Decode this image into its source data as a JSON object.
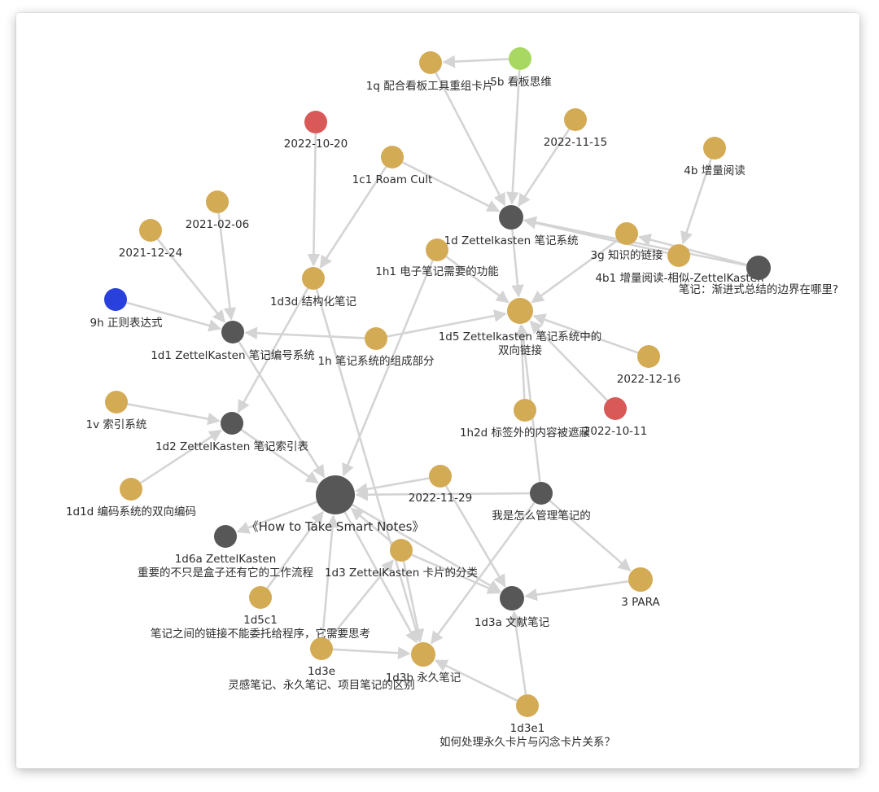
{
  "colors": {
    "note": "#d4ab55",
    "hub": "#575757",
    "date_red": "#d95858",
    "tag_green": "#a8d861",
    "regex_blue": "#2a40dc",
    "edge": "#d4d4d4",
    "label": "#2c2c2c"
  },
  "nodes": [
    {
      "id": "kanban",
      "lines": [
        "5b 看板思维"
      ],
      "kind": "tag_green"
    },
    {
      "id": "1q",
      "lines": [
        "1q 配合看板工具重组卡片"
      ],
      "kind": "note"
    },
    {
      "id": "d20221020",
      "lines": [
        "2022-10-20"
      ],
      "kind": "date_red"
    },
    {
      "id": "d20221115",
      "lines": [
        "2022-11-15"
      ],
      "kind": "note"
    },
    {
      "id": "4b",
      "lines": [
        "4b 增量阅读"
      ],
      "kind": "note"
    },
    {
      "id": "1c1",
      "lines": [
        "1c1 Roam Cult"
      ],
      "kind": "note"
    },
    {
      "id": "d20210206",
      "lines": [
        "2021-02-06"
      ],
      "kind": "note"
    },
    {
      "id": "1d",
      "lines": [
        "1d Zettelkasten 笔记系统"
      ],
      "kind": "hub"
    },
    {
      "id": "d20211224",
      "lines": [
        "2021-12-24"
      ],
      "kind": "note"
    },
    {
      "id": "3g",
      "lines": [
        "3g 知识的链接"
      ],
      "kind": "note"
    },
    {
      "id": "4b1",
      "lines": [
        "4b1 增量阅读-相似-ZettelKasten"
      ],
      "kind": "note"
    },
    {
      "id": "jianjin",
      "lines": [
        "笔记：渐进式总结的边界在哪里?"
      ],
      "kind": "hub"
    },
    {
      "id": "1h1",
      "lines": [
        "1h1 电子笔记需要的功能"
      ],
      "kind": "note"
    },
    {
      "id": "1d3d",
      "lines": [
        "1d3d 结构化笔记"
      ],
      "kind": "note"
    },
    {
      "id": "9h",
      "lines": [
        "9h 正则表达式"
      ],
      "kind": "regex_blue"
    },
    {
      "id": "1d5",
      "lines": [
        "1d5 Zettelkasten 笔记系统中的",
        "双向链接"
      ],
      "kind": "note"
    },
    {
      "id": "1d1",
      "lines": [
        "1d1 ZettelKasten 笔记编号系统"
      ],
      "kind": "hub"
    },
    {
      "id": "1h",
      "lines": [
        "1h 笔记系统的组成部分"
      ],
      "kind": "note"
    },
    {
      "id": "d20221216",
      "lines": [
        "2022-12-16"
      ],
      "kind": "note"
    },
    {
      "id": "1v",
      "lines": [
        "1v 索引系统"
      ],
      "kind": "note"
    },
    {
      "id": "1h2d",
      "lines": [
        "1h2d 标签外的内容被遮蔽"
      ],
      "kind": "note"
    },
    {
      "id": "d20221011",
      "lines": [
        "2022-10-11"
      ],
      "kind": "date_red"
    },
    {
      "id": "1d2",
      "lines": [
        "1d2 ZettelKasten 笔记索引表"
      ],
      "kind": "hub"
    },
    {
      "id": "d20221129",
      "lines": [
        "2022-11-29"
      ],
      "kind": "note"
    },
    {
      "id": "1d1d",
      "lines": [
        "1d1d 编码系统的双向编码"
      ],
      "kind": "note"
    },
    {
      "id": "book",
      "lines": [
        "《How to Take Smart Notes》"
      ],
      "kind": "hub"
    },
    {
      "id": "manage",
      "lines": [
        "我是怎么管理笔记的"
      ],
      "kind": "hub"
    },
    {
      "id": "1d6a",
      "lines": [
        "1d6a ZettelKasten",
        "重要的不只是盒子还有它的工作流程"
      ],
      "kind": "hub"
    },
    {
      "id": "1d3",
      "lines": [
        "1d3 ZettelKasten 卡片的分类"
      ],
      "kind": "note"
    },
    {
      "id": "1d5c1",
      "lines": [
        "1d5c1",
        "笔记之间的链接不能委托给程序，它需要思考"
      ],
      "kind": "note"
    },
    {
      "id": "3para",
      "lines": [
        "3 PARA"
      ],
      "kind": "note"
    },
    {
      "id": "1d3a",
      "lines": [
        "1d3a 文献笔记"
      ],
      "kind": "hub"
    },
    {
      "id": "1d3e",
      "lines": [
        "1d3e",
        "灵感笔记、永久笔记、项目笔记的区别"
      ],
      "kind": "note"
    },
    {
      "id": "1d3b",
      "lines": [
        "1d3b 永久笔记"
      ],
      "kind": "note"
    },
    {
      "id": "1d3e1",
      "lines": [
        "1d3e1",
        "如何处理永久卡片与闪念卡片关系？"
      ],
      "kind": "note"
    }
  ],
  "edges": [
    [
      "kanban",
      "1q"
    ],
    [
      "kanban",
      "1d"
    ],
    [
      "1q",
      "1d"
    ],
    [
      "d20221115",
      "1d"
    ],
    [
      "1c1",
      "1d"
    ],
    [
      "1c1",
      "1d3d"
    ],
    [
      "d20221020",
      "1d3d"
    ],
    [
      "4b",
      "4b1"
    ],
    [
      "jianjin",
      "3g"
    ],
    [
      "jianjin",
      "1d"
    ],
    [
      "3g",
      "1d5"
    ],
    [
      "4b1",
      "1d"
    ],
    [
      "1d",
      "1d5"
    ],
    [
      "1h1",
      "1d5"
    ],
    [
      "1h1",
      "book"
    ],
    [
      "d20211224",
      "1d1"
    ],
    [
      "d20210206",
      "1d1"
    ],
    [
      "9h",
      "1d1"
    ],
    [
      "1h",
      "1d1"
    ],
    [
      "1h",
      "1d5"
    ],
    [
      "d20221216",
      "1d5"
    ],
    [
      "d20221011",
      "1d5"
    ],
    [
      "1h2d",
      "1d5"
    ],
    [
      "manage",
      "1d5"
    ],
    [
      "1d1",
      "book"
    ],
    [
      "1d3d",
      "1d2"
    ],
    [
      "1d3d",
      "1d3b"
    ],
    [
      "1v",
      "1d2"
    ],
    [
      "1d1d",
      "1d2"
    ],
    [
      "1d2",
      "book"
    ],
    [
      "d20221129",
      "book"
    ],
    [
      "manage",
      "book"
    ],
    [
      "d20221129",
      "1d3a"
    ],
    [
      "manage",
      "1d3b"
    ],
    [
      "manage",
      "3para"
    ],
    [
      "3para",
      "1d3a"
    ],
    [
      "1d3e1",
      "1d3a"
    ],
    [
      "book",
      "1d6a"
    ],
    [
      "book",
      "1d3a"
    ],
    [
      "book",
      "1d3b"
    ],
    [
      "1d5c1",
      "book"
    ],
    [
      "1d3",
      "book"
    ],
    [
      "1d3",
      "1d3a"
    ],
    [
      "1d3",
      "1d3b"
    ],
    [
      "1d3e",
      "1d3"
    ],
    [
      "1d3e",
      "book"
    ],
    [
      "1d3e",
      "1d3b"
    ],
    [
      "1d3e1",
      "1d3b"
    ]
  ]
}
